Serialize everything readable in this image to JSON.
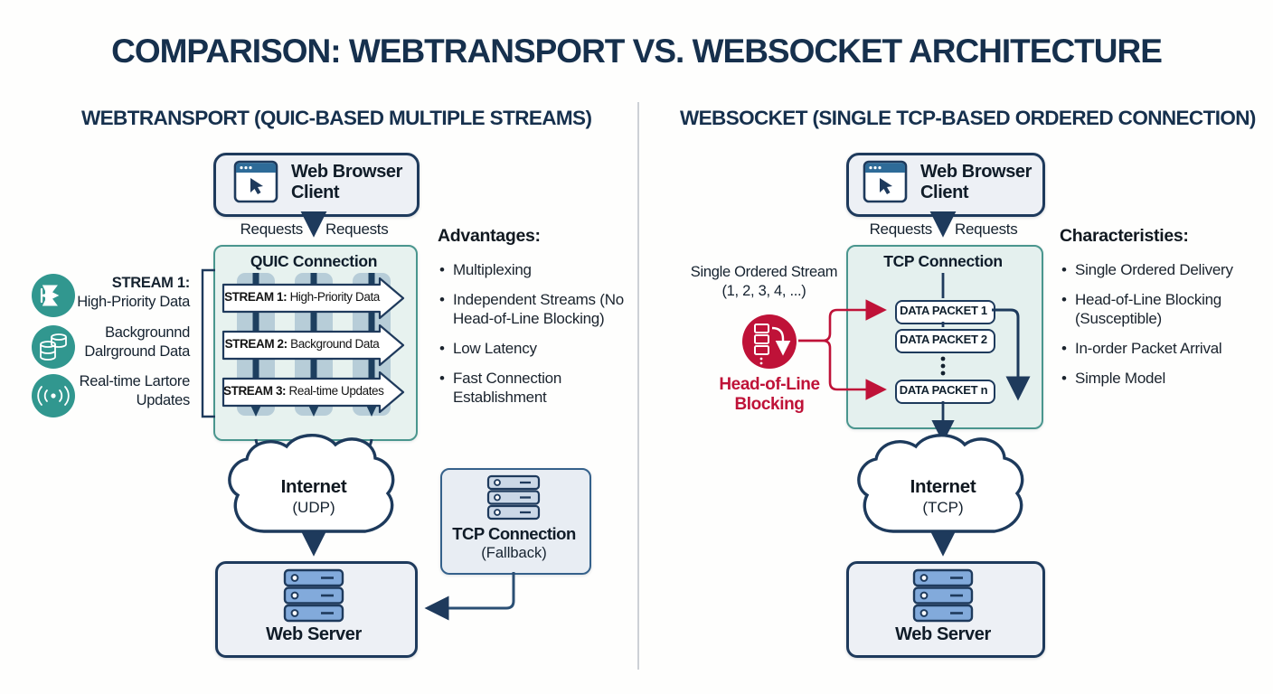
{
  "title": "COMPARISON: WEBTRANSPORT VS. WEBSOCKET ARCHITECTURE",
  "colors": {
    "navy": "#1e3a5c",
    "title_navy": "#16304d",
    "teal_circle": "#31978f",
    "teal_border": "#4a968e",
    "red": "#bf1238",
    "channel_fill": "#b7cdd8",
    "box_fill": "#edf0f5",
    "conn_fill": "#e7f2ef"
  },
  "icons": {
    "client": "browser-window-icon",
    "server": "server-rack-icon",
    "stream1": "branch-arrows-icon",
    "stream2": "database-icon",
    "stream3": "signal-broadcast-icon",
    "blocking": "queued-packets-icon"
  },
  "left": {
    "subtitle": "WEBTRANSPORT (QUIC-BASED MULTIPLE STREAMS)",
    "client": {
      "line1": "Web Browser",
      "line2": "Client"
    },
    "requests_left": "Requests",
    "requests_right": "Requests",
    "quic": {
      "title": "QUIC Connection",
      "streams": [
        {
          "bold": "STREAM 1:",
          "rest": " High-Priority Data"
        },
        {
          "bold": "STREAM 2:",
          "rest": " Background Data"
        },
        {
          "bold": "STREAM 3:",
          "rest": " Real-time Updates"
        }
      ]
    },
    "side_labels": [
      {
        "line1": "STREAM 1:",
        "line2": "High-Priority Data"
      },
      {
        "line1": "Backgrounnd",
        "line2": "Dalrground Data"
      },
      {
        "line1": "Real-time Lartore",
        "line2": "Updates"
      }
    ],
    "advantages": {
      "heading": "Advantages:",
      "items": [
        "Multiplexing",
        "Independent Streams (No Head-of-Line Blocking)",
        "Low Latency",
        "Fast Connection Establishment"
      ]
    },
    "cloud": {
      "line1": "Internet",
      "line2": "(UDP)"
    },
    "fallback": {
      "line1": "TCP Connection",
      "line2": "(Fallback)"
    },
    "server": {
      "label": "Web Server"
    }
  },
  "right": {
    "subtitle": "WEBSOCKET (SINGLE TCP-BASED ORDERED CONNECTION)",
    "client": {
      "line1": "Web Browser",
      "line2": "Client"
    },
    "requests_left": "Requests",
    "requests_right": "Requests",
    "tcp": {
      "title": "TCP Connection",
      "packets": [
        "DATA PACKET 1",
        "DATA PACKET 2",
        "DATA PACKET n"
      ]
    },
    "stream_note": {
      "line1": "Single Ordered Stream",
      "line2": "(1, 2, 3, 4, ...)"
    },
    "hol": {
      "line1": "Head-of-Line",
      "line2": "Blocking"
    },
    "characteristics": {
      "heading": "Characteristies:",
      "items": [
        "Single Ordered Delivery",
        "Head-of-Line Blocking (Susceptible)",
        "In-order Packet Arrival",
        "Simple Model"
      ]
    },
    "cloud": {
      "line1": "Internet",
      "line2": "(TCP)"
    },
    "server": {
      "label": "Web Server"
    }
  }
}
